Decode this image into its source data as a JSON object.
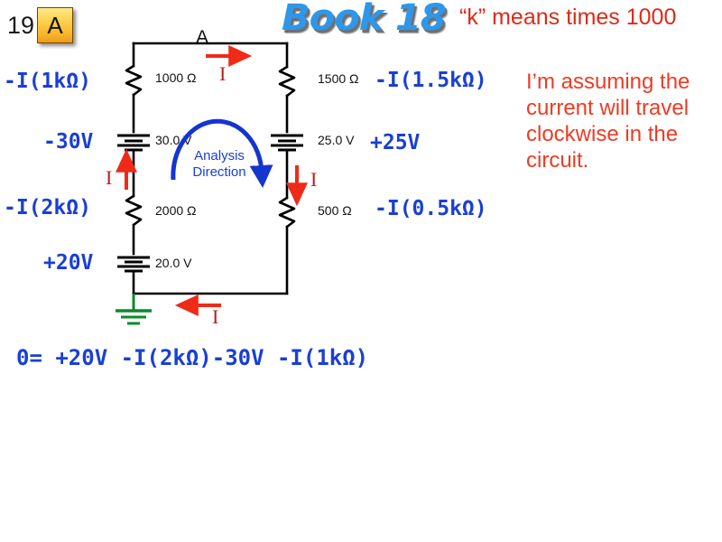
{
  "badge": {
    "page_number": "19",
    "letter": "A",
    "gradient_top": "#ffe98a",
    "gradient_bottom": "#ef9c15"
  },
  "title": {
    "book": "Book 18",
    "note": "“k” means times 1000",
    "book_color": "#2e97ea",
    "note_color": "#dd2a18"
  },
  "assumption": {
    "text": "I’m assuming the current will travel clockwise in the circuit.",
    "color": "#ef3b23"
  },
  "circuit": {
    "node_label": "A",
    "analysis_direction": "Analysis\nDirection",
    "analysis_line1": "Analysis",
    "analysis_line2": "Direction",
    "accent_blue": "#1a3fd4",
    "current_red": "#ee2b18",
    "ground_green": "#0a8a2b",
    "wire_color": "#000000",
    "components": [
      {
        "id": "r-top-left",
        "type": "resistor",
        "value": "1000 Ω",
        "term": "-I(1kΩ)"
      },
      {
        "id": "r-top-right",
        "type": "resistor",
        "value": "1500 Ω",
        "term": "-I(1.5kΩ)"
      },
      {
        "id": "b-left-upper",
        "type": "battery",
        "value": "30.0 V",
        "term": "-30V"
      },
      {
        "id": "b-right",
        "type": "battery",
        "value": "25.0 V",
        "term": "+25V"
      },
      {
        "id": "r-bot-left",
        "type": "resistor",
        "value": "2000 Ω",
        "term": "-I(2kΩ)"
      },
      {
        "id": "r-bot-right",
        "type": "resistor",
        "value": "500 Ω",
        "term": "-I(0.5kΩ)"
      },
      {
        "id": "b-left-lower",
        "type": "battery",
        "value": "20.0 V",
        "term": "+20V"
      }
    ],
    "current_labels": {
      "top": "I",
      "left": "I",
      "right": "I",
      "bottom": "I"
    }
  },
  "equation": {
    "text": "0= +20V -I(2kΩ)-30V -I(1kΩ)",
    "color": "#1a3fd4"
  }
}
